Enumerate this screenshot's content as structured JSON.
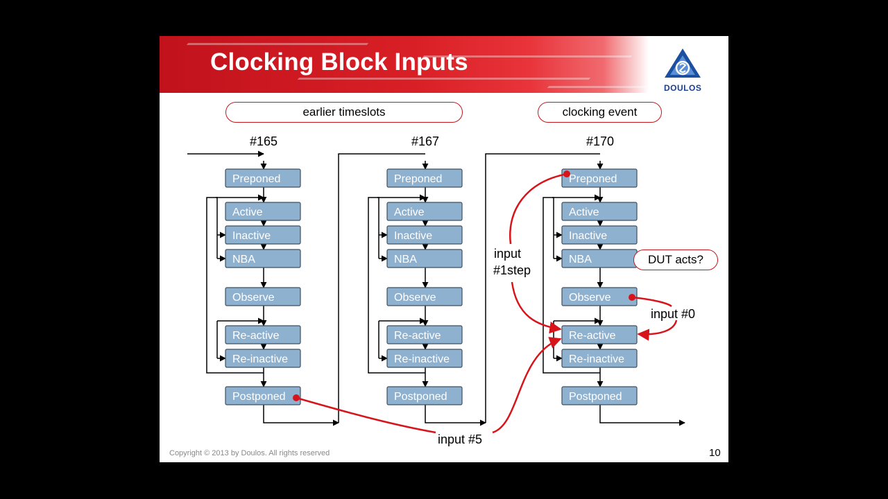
{
  "title": "Clocking Block Inputs",
  "logo_text": "DOULOS",
  "pills": {
    "earlier": "earlier timeslots",
    "clocking": "clocking event",
    "dut": "DUT acts?"
  },
  "timeslots": [
    "#165",
    "#167",
    "#170"
  ],
  "regions": [
    "Preponed",
    "Active",
    "Inactive",
    "NBA",
    "Observe",
    "Re-active",
    "Re-inactive",
    "Postponed"
  ],
  "annotations": {
    "input_1step_line1": "input",
    "input_1step_line2": "#1step",
    "input_0": "input #0",
    "input_5": "input #5"
  },
  "footer": {
    "copyright": "Copyright © 2013 by  Doulos. All rights reserved",
    "page": "10"
  },
  "colors": {
    "region_fill": "#8eb1cf",
    "region_border": "#3e4f5f",
    "arrow_red": "#d7141a"
  }
}
